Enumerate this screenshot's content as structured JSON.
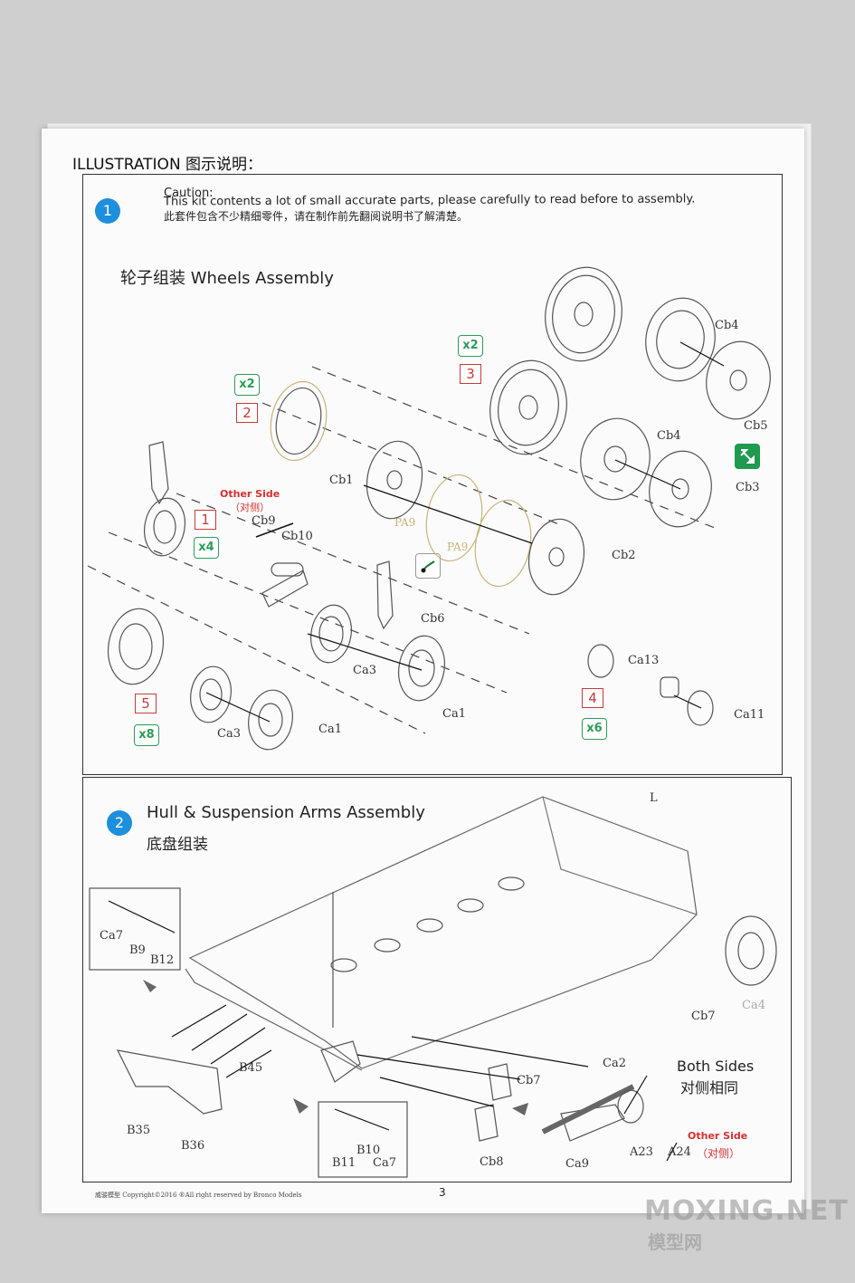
{
  "page": {
    "title": "ILLUSTRATION 图示说明：",
    "page_number": "3",
    "footer": "威骏模型  Copyright©2016  ®All right reserved by Bronco Models"
  },
  "step1": {
    "number": "1",
    "caution_title": "Caution:",
    "caution_en": "This kit contents a lot of small accurate parts, please carefully to read before to assembly.",
    "caution_cn": "此套件包含不少精细零件，请在制作前先翻阅说明书了解清楚。",
    "heading": "轮子组装  Wheels Assembly",
    "other_side_en": "Other Side",
    "other_side_cn": "（对侧）",
    "sub_steps": [
      {
        "num": "1",
        "qty": "x4"
      },
      {
        "num": "2",
        "qty": "x2"
      },
      {
        "num": "3",
        "qty": "x2"
      },
      {
        "num": "4",
        "qty": "x6"
      },
      {
        "num": "5",
        "qty": "x8"
      }
    ],
    "parts": [
      "Cb1",
      "Cb9",
      "Cb10",
      "Cb6",
      "Ca3",
      "Ca1",
      "Ca3",
      "Ca1",
      "Cb2",
      "PA9",
      "PA9",
      "Cb4",
      "Cb5",
      "Cb4",
      "Cb3",
      "Ca13",
      "Ca11"
    ]
  },
  "step2": {
    "number": "2",
    "heading_en": "Hull & Suspension Arms Assembly",
    "heading_cn": "底盘组装",
    "both_sides_en": "Both Sides",
    "both_sides_cn": "对侧相同",
    "other_side_en": "Other Side",
    "other_side_cn": "（对侧）",
    "parts": [
      "L",
      "Ca7",
      "B9",
      "B12",
      "B45",
      "B35",
      "B36",
      "Cb7",
      "Ca4",
      "Ca2",
      "Cb7",
      "Cb8",
      "B11",
      "B10",
      "Ca7",
      "Ca9",
      "A23",
      "A24"
    ]
  },
  "watermark": {
    "en": "MOXING.NET",
    "cn": "模型网"
  }
}
